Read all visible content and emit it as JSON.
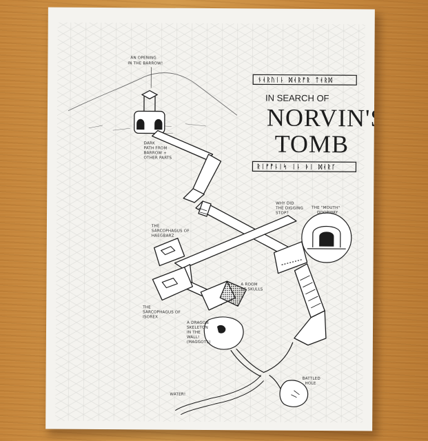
{
  "map": {
    "title_line1": "IN SEARCH OF",
    "title_line2": "NORVIN'S",
    "title_line3": "TOMB",
    "rune_banner_top": "ᚾᚮᚱᚢᛁᚿ ᛞᚮᚱᚠᚱ ᛏᚮᚱᛞ",
    "rune_banner_bottom": "ᚱᛁᚠᚡᚿᛁᛋ ᛁᚿ ᚦᛁ ᛞᚮᚱᚴ"
  },
  "annotations": {
    "opening": [
      "AN OPENING",
      "IN THE BARROW!"
    ],
    "dark_path": [
      "DARK",
      "PATH FROM",
      "BARROW +",
      "OTHER PARTS"
    ],
    "sarcophagus_haegbarz": [
      "THE",
      "SARCOPHAGUS OF",
      "HAEGBARZ"
    ],
    "sarcophagus_lower": [
      "THE",
      "SARCOPHAGUS OF",
      "ISOREX"
    ],
    "digging": [
      "WHY DID",
      "THE DIGGING",
      "STOP?"
    ],
    "mouth_doorway": [
      "THE \"MOUTH\"",
      "DOORWAY"
    ],
    "skulls": [
      "A ROOM",
      "OF SKULLS"
    ],
    "dragon": [
      "A DRAGON",
      "SKELETON",
      "IN THE",
      "WALL!",
      "(MAGGOTS)"
    ],
    "battle": [
      "BATTLED",
      "HOLE"
    ],
    "water": [
      "WATER!"
    ]
  },
  "colors": {
    "ink": "#1d1d1d",
    "pencil": "#6e6e6e",
    "grid": "#d9d9d6",
    "paper": "#f4f3ef",
    "table": "#c98a3e"
  }
}
